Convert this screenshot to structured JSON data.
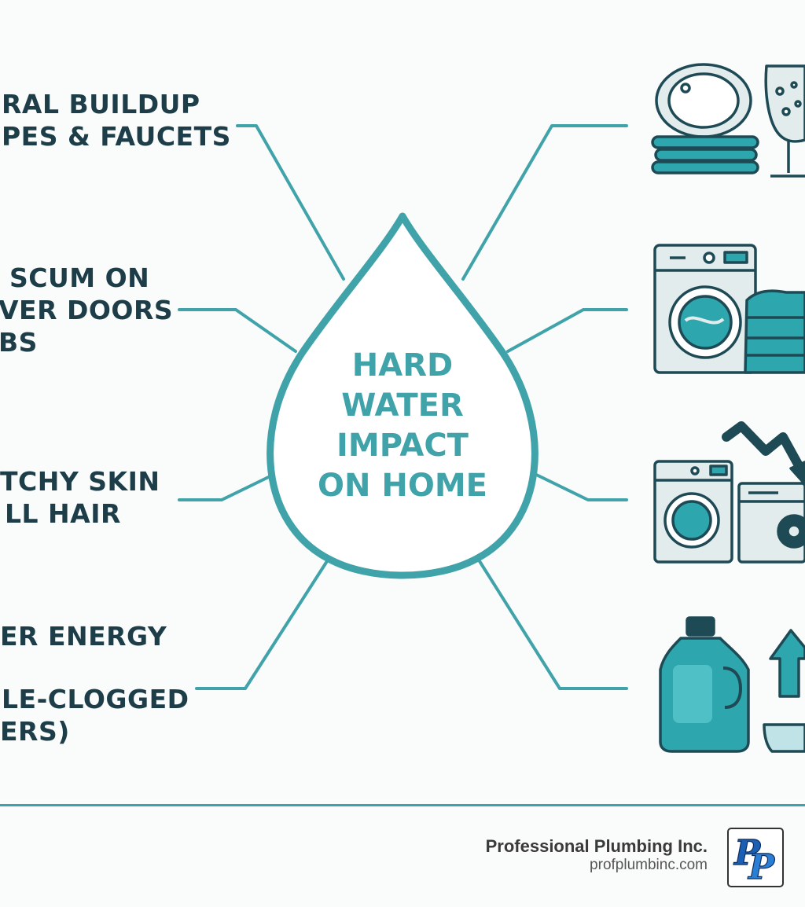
{
  "center": {
    "lines": [
      "HARD",
      "WATER",
      "IMPACT",
      "ON HOME"
    ]
  },
  "left_labels": [
    {
      "lines": [
        "RAL BUILDUP",
        "PES & FAUCETS"
      ]
    },
    {
      "lines": [
        "SCUM ON",
        "VER DOORS",
        "BS"
      ]
    },
    {
      "lines": [
        "TCHY SKIN",
        "LL HAIR"
      ]
    },
    {
      "lines": [
        "ER ENERGY",
        "LE-CLOGGED",
        "ERS)"
      ]
    }
  ],
  "right_icons": [
    {
      "icon": "dishes-glass-icon"
    },
    {
      "icon": "washer-laundry-icon"
    },
    {
      "icon": "appliance-decline-icon"
    },
    {
      "icon": "detergent-increase-icon"
    }
  ],
  "footer": {
    "company": "Professional Plumbing Inc.",
    "url": "profplumbinc.com",
    "logo_icon": "pp-logo-icon"
  },
  "colors": {
    "teal": "#3fa3a9",
    "teal_dark": "#1e8e98",
    "navy": "#1d3d48",
    "icon_fill": "#2ea6ad",
    "icon_light": "#e3eced"
  }
}
